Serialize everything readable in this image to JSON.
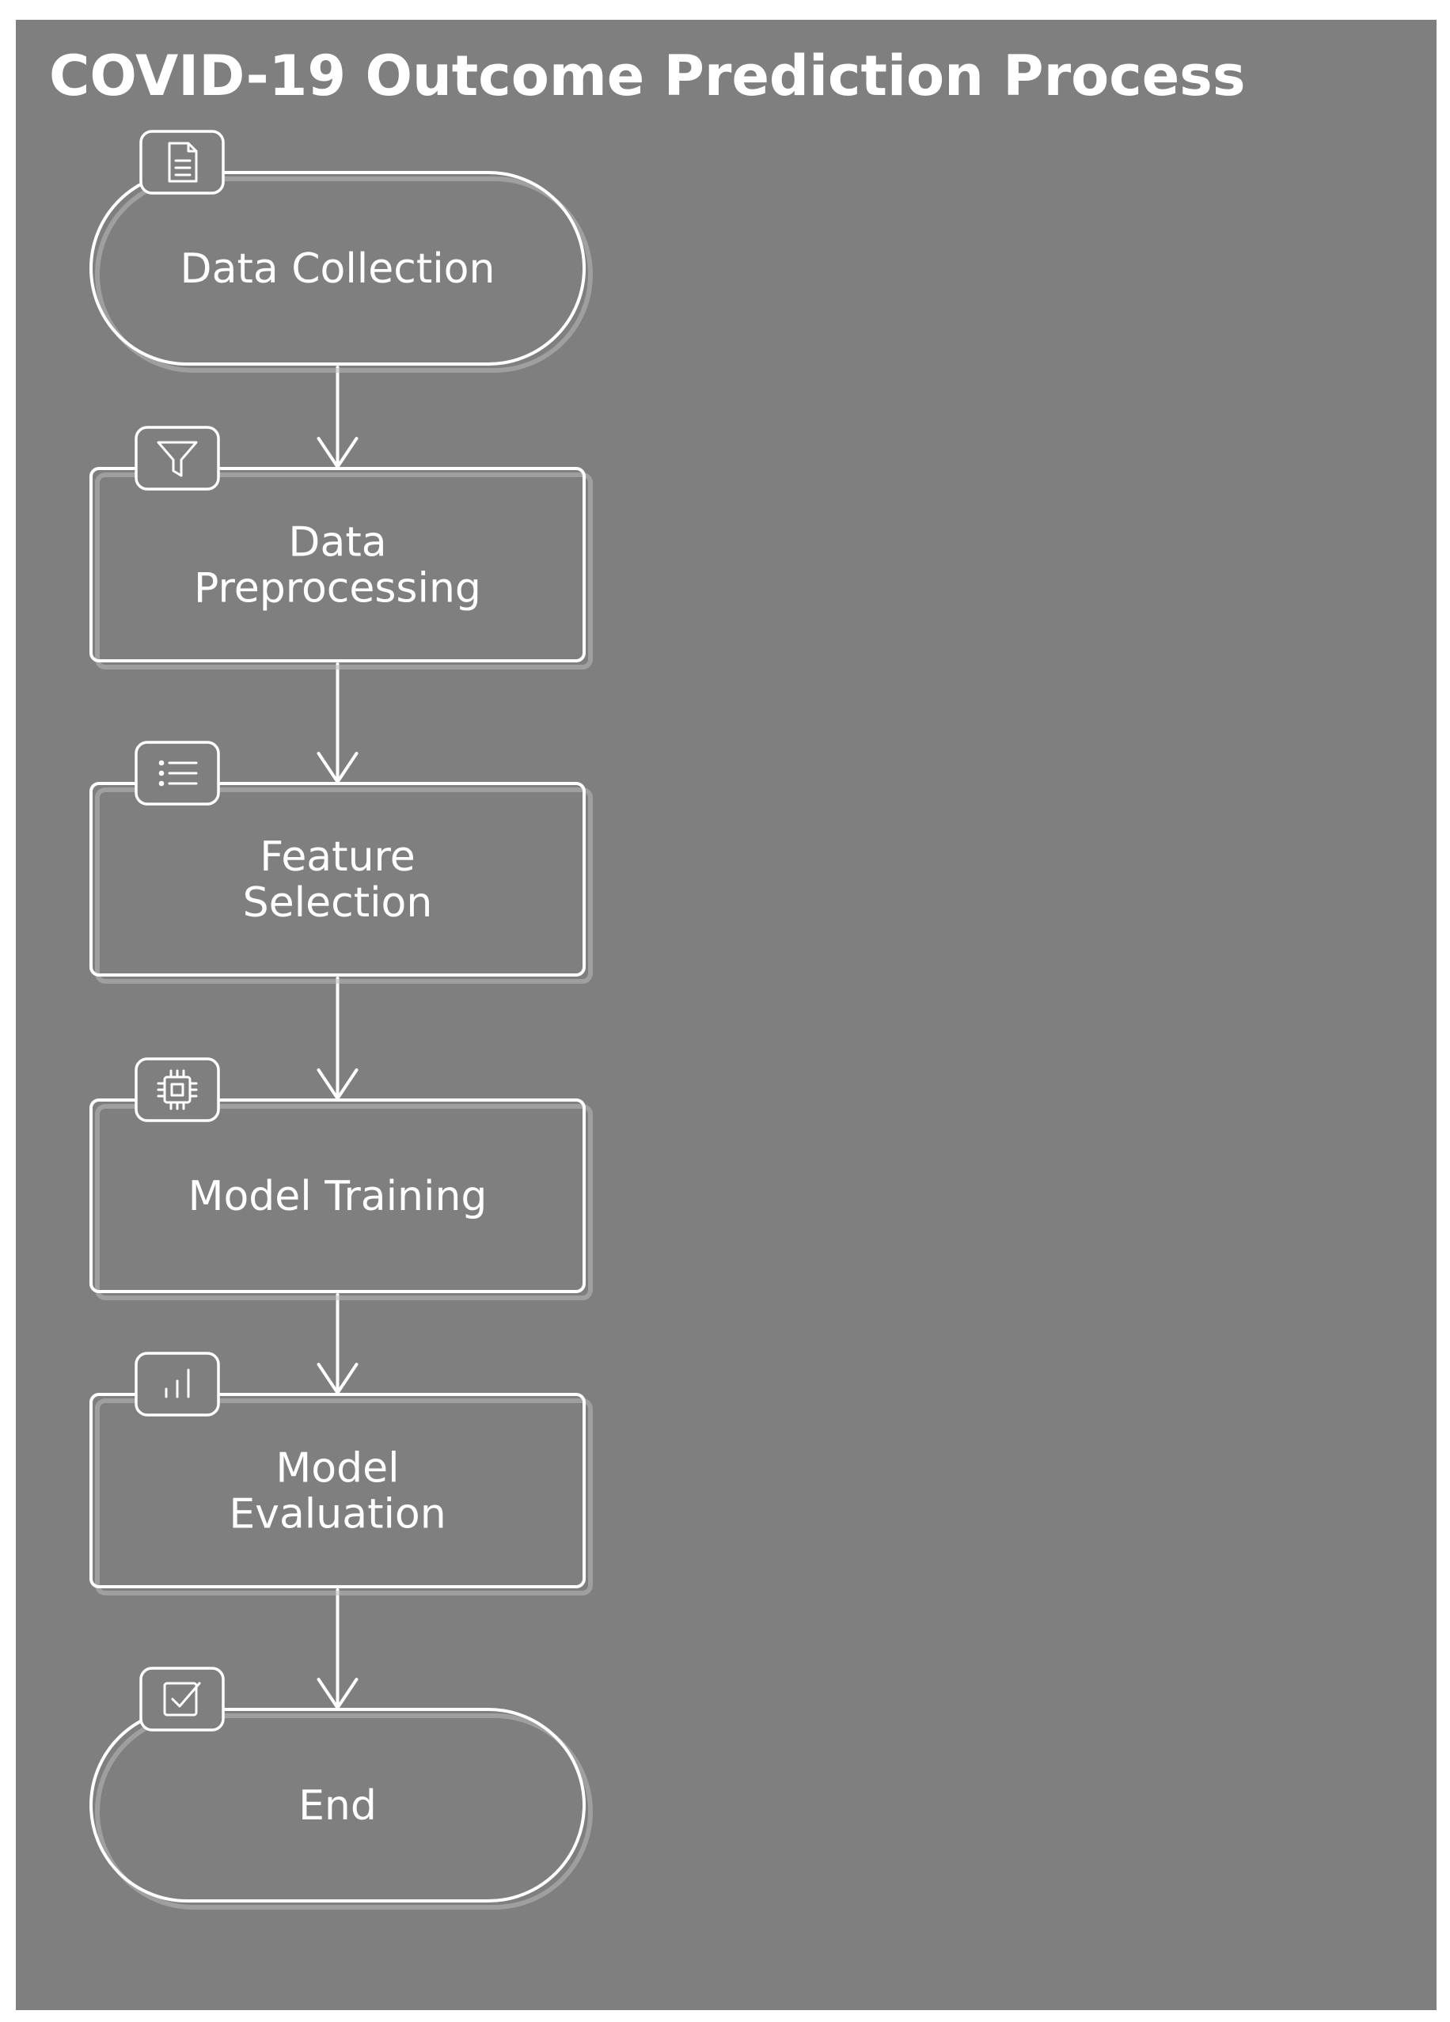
{
  "title": "COVID-19 Outcome Prediction Process",
  "colors": {
    "background": "#7f7f7f",
    "frame": "#ffffff",
    "stroke": "#ffffff",
    "text": "#ffffff"
  },
  "nodes": [
    {
      "id": "data-collection",
      "shape": "pill",
      "icon": "document-icon",
      "lines": [
        "Data Collection"
      ]
    },
    {
      "id": "data-preprocessing",
      "shape": "box",
      "icon": "filter-icon",
      "lines": [
        "Data",
        "Preprocessing"
      ]
    },
    {
      "id": "feature-selection",
      "shape": "box",
      "icon": "list-icon",
      "lines": [
        "Feature",
        "Selection"
      ]
    },
    {
      "id": "model-training",
      "shape": "box",
      "icon": "cpu-chip-icon",
      "lines": [
        "Model Training"
      ]
    },
    {
      "id": "model-evaluation",
      "shape": "box",
      "icon": "bar-chart-icon",
      "lines": [
        "Model",
        "Evaluation"
      ]
    },
    {
      "id": "end",
      "shape": "pill",
      "icon": "checkbox-icon",
      "lines": [
        "End"
      ]
    }
  ],
  "edges": [
    {
      "from": "data-collection",
      "to": "data-preprocessing"
    },
    {
      "from": "data-preprocessing",
      "to": "feature-selection"
    },
    {
      "from": "feature-selection",
      "to": "model-training"
    },
    {
      "from": "model-training",
      "to": "model-evaluation"
    },
    {
      "from": "model-evaluation",
      "to": "end"
    }
  ]
}
